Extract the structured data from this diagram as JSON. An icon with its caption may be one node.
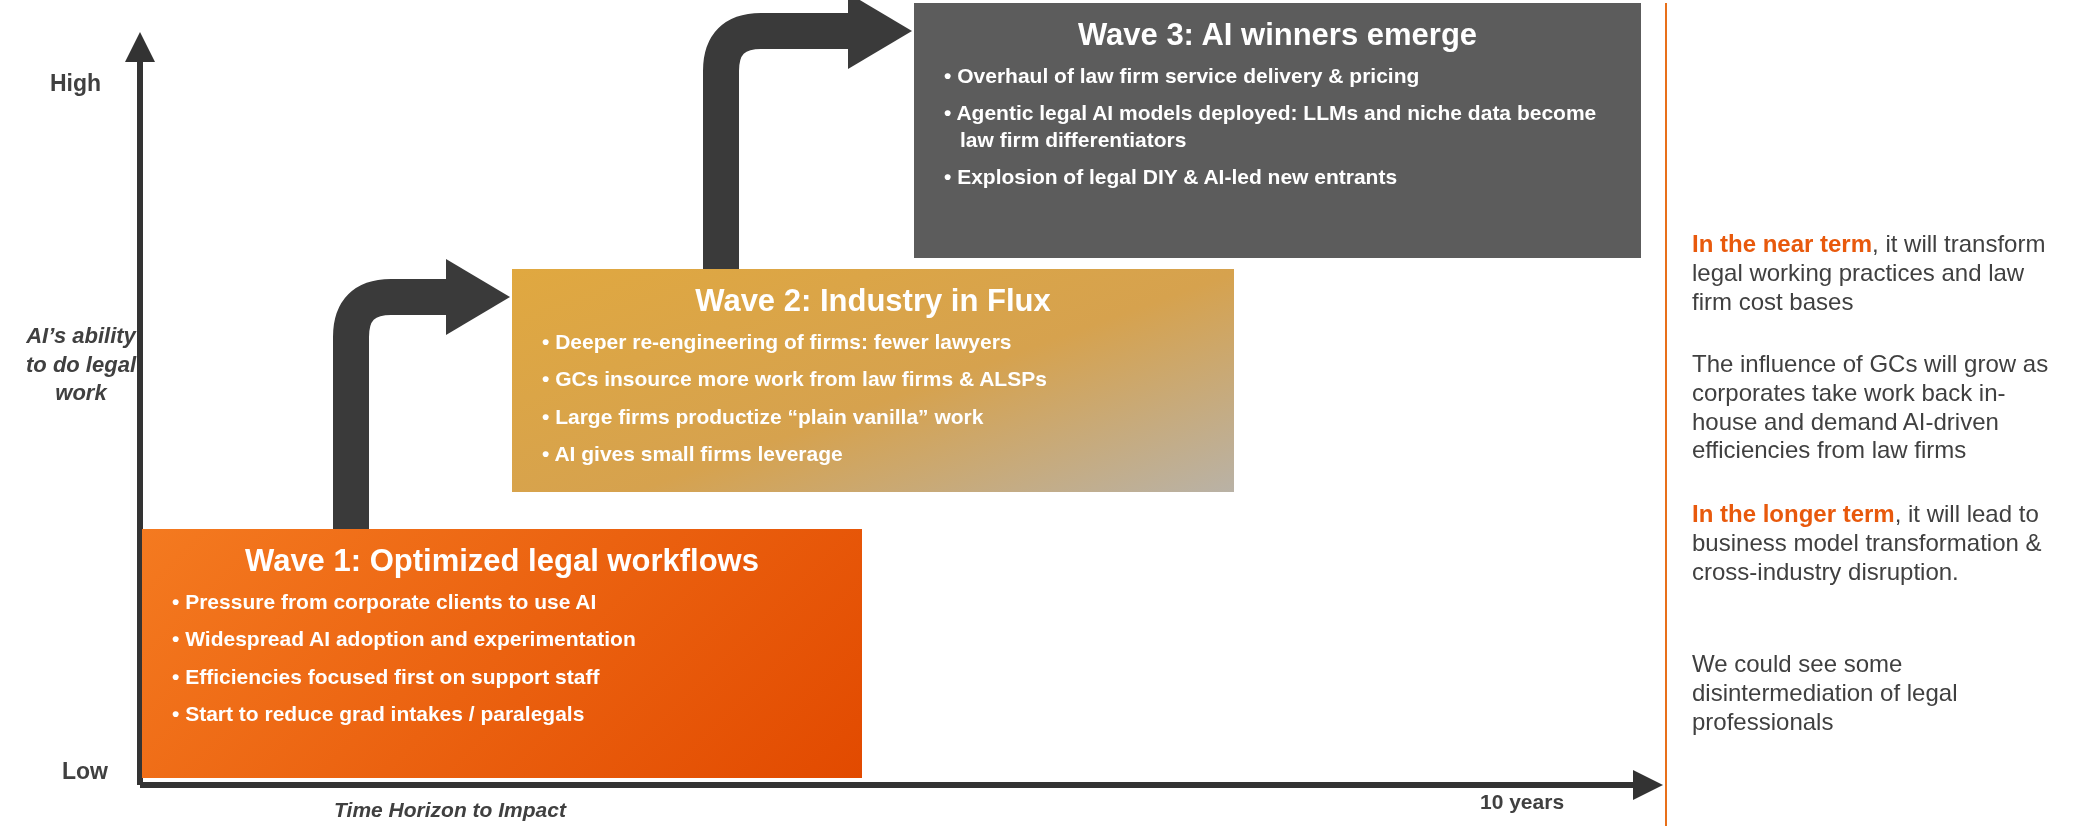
{
  "diagram": {
    "nodes": [
      {
        "text": [
          "Wave 1: Optimized legal workflows",
          "• Pressure from corporate clients to use AI",
          "• Widespread AI adoption and experimentation",
          "• Efficiencies focused first on support staff",
          "• Start to reduce grad intakes / paralegals"
        ]
      },
      {
        "text": [
          "Wave 2: Industry in Flux",
          "• Deeper re-engineering of firms: fewer lawyers",
          "• GCs insource more work from law firms & ALSPs",
          "• Large firms productize “plain vanilla” work",
          "• AI gives small firms leverage"
        ]
      },
      {
        "text": [
          "Wave 3: AI winners emerge",
          "• Overhaul of law firm service delivery & pricing",
          "• Agentic legal AI models deployed: LLMs and niche data become law firm differentiators",
          "• Explosion of legal DIY & AI-led new entrants"
        ]
      }
    ],
    "edges": [
      {
        "from": 0,
        "to": 1,
        "arrow": "to"
      },
      {
        "from": 1,
        "to": 2,
        "arrow": "to"
      }
    ],
    "labels": [
      "High",
      "AI’s ability to do legal work",
      "Low",
      "Time Horizon to Impact",
      "10 years",
      "**In the near term**, it will transform legal working practices and law firm cost bases",
      "The influence of GCs will grow as corporates take work back in-house and demand AI-driven efficiencies from law firms",
      "**In the longer term**, it will lead to business model transformation & cross-industry disruption.",
      "We could see some disintermediation of legal professionals"
    ]
  }
}
